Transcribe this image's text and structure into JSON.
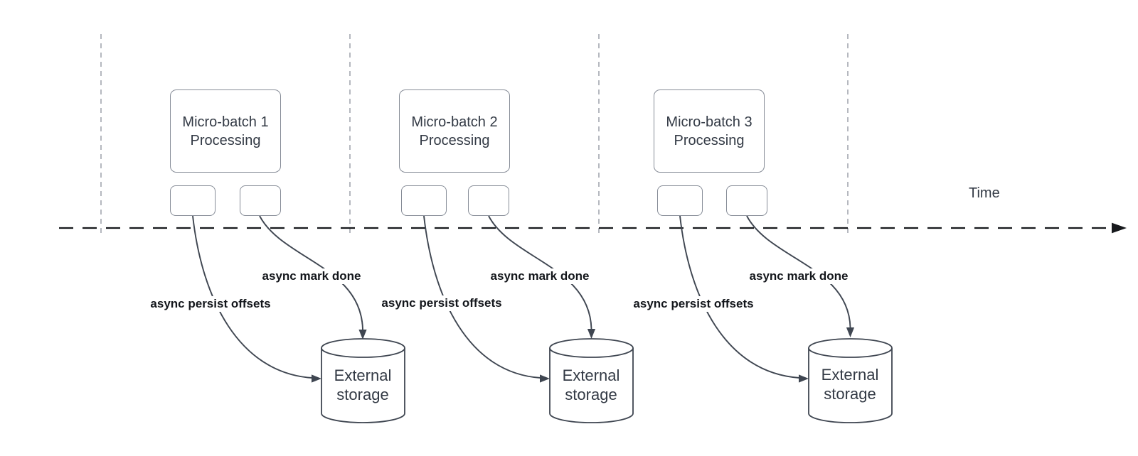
{
  "diagram": {
    "time_axis_label": "Time",
    "groups": [
      {
        "batch_title_line1": "Micro-batch 1",
        "batch_title_line2": "Processing",
        "persist_label": "async persist offsets",
        "done_label": "async mark done",
        "storage_line1": "External",
        "storage_line2": "storage"
      },
      {
        "batch_title_line1": "Micro-batch 2",
        "batch_title_line2": "Processing",
        "persist_label": "async persist offsets",
        "done_label": "async mark done",
        "storage_line1": "External",
        "storage_line2": "storage"
      },
      {
        "batch_title_line1": "Micro-batch 3",
        "batch_title_line2": "Processing",
        "persist_label": "async persist offsets",
        "done_label": "async mark done",
        "storage_line1": "External",
        "storage_line2": "storage"
      }
    ],
    "colors": {
      "edge_stroke": "#3f4651",
      "timeline_stroke": "#17191d",
      "node_border": "#868c97",
      "guide_line": "#adb1b8",
      "node_text": "#333a45",
      "edge_label_text": "#14171c",
      "background": "#ffffff"
    }
  }
}
